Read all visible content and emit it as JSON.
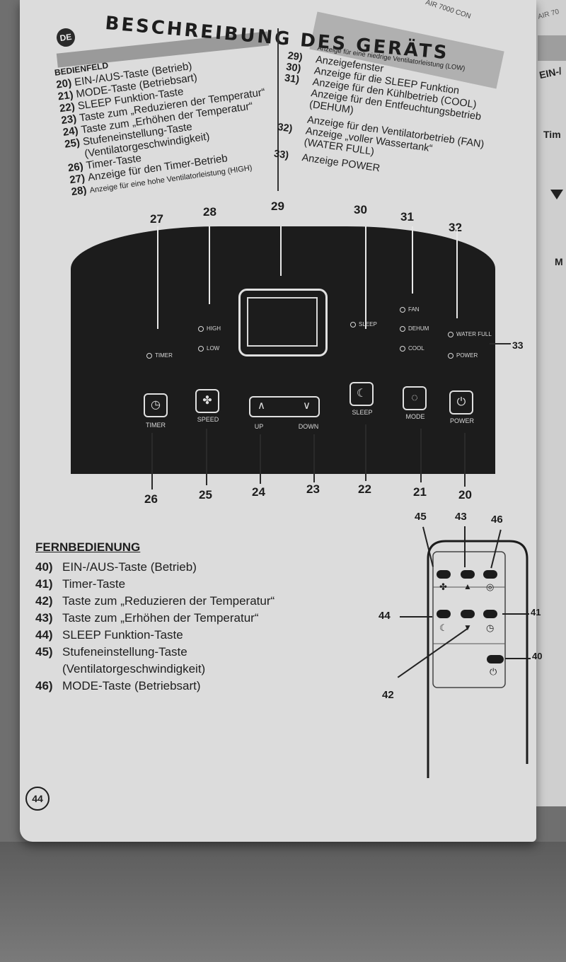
{
  "header": {
    "lang_badge": "DE",
    "title": "BESCHREIBUNG DES GERÄTS",
    "model": "AIR 7000 CON",
    "side_model": "AIR 70"
  },
  "bedienfeld": {
    "heading": "BEDIENFELD",
    "items": [
      {
        "num": "20)",
        "text": "EIN-/AUS-Taste (Betrieb)"
      },
      {
        "num": "21)",
        "text": "MODE-Taste (Betriebsart)"
      },
      {
        "num": "22)",
        "text": "SLEEP Funktion-Taste"
      },
      {
        "num": "23)",
        "text": "Taste zum „Reduzieren der Temperatur“"
      },
      {
        "num": "24)",
        "text": "Taste zum „Erhöhen der Temperatur“"
      },
      {
        "num": "25)",
        "text": "Stufeneinstellung-Taste"
      },
      {
        "num": "",
        "text": "(Ventilatorgeschwindigkeit)"
      },
      {
        "num": "26)",
        "text": "Timer-Taste"
      },
      {
        "num": "27)",
        "text": "Anzeige für den Timer-Betrieb"
      },
      {
        "num": "28)",
        "text": "Anzeige für eine hohe Ventilatorleistung (HIGH)"
      }
    ]
  },
  "right_list": {
    "intro": "Anzeige für eine niedrige Ventilatorleistung (LOW)",
    "items": [
      {
        "num": "29)",
        "text": "Anzeigefenster"
      },
      {
        "num": "30)",
        "text": "Anzeige für die SLEEP Funktion"
      },
      {
        "num": "31)",
        "text": "Anzeige für den Kühlbetrieb (COOL)"
      },
      {
        "num": "",
        "text": "Anzeige für den Entfeuchtungsbetrieb"
      },
      {
        "num": "",
        "text": "(DEHUM)"
      },
      {
        "num": "",
        "text": "Anzeige für den Ventilatorbetrieb (FAN)"
      },
      {
        "num": "32)",
        "text": "Anzeige „voller Wassertank“"
      },
      {
        "num": "",
        "text": "(WATER FULL)"
      },
      {
        "num": "33)",
        "text": "Anzeige POWER"
      }
    ]
  },
  "panel": {
    "top_numbers": [
      "27",
      "28",
      "29",
      "30",
      "31",
      "32"
    ],
    "side_number": "33",
    "bottom_numbers": [
      "26",
      "25",
      "24",
      "23",
      "22",
      "21",
      "20"
    ],
    "indicators": {
      "timer": "TIMER",
      "high": "HIGH",
      "low": "LOW",
      "sleep": "SLEEP",
      "fan": "FAN",
      "dehum": "DEHUM",
      "cool": "COOL",
      "water_full": "WATER FULL",
      "power": "POWER"
    },
    "buttons": {
      "timer": "TIMER",
      "speed": "SPEED",
      "up": "UP",
      "down": "DOWN",
      "sleep": "SLEEP",
      "mode": "MODE",
      "power": "POWER"
    }
  },
  "fernbedienung": {
    "heading": "FERNBEDIENUNG",
    "items": [
      {
        "num": "40)",
        "text": "EIN-/AUS-Taste (Betrieb)"
      },
      {
        "num": "41)",
        "text": "Timer-Taste"
      },
      {
        "num": "42)",
        "text": "Taste zum „Reduzieren der Temperatur“"
      },
      {
        "num": "43)",
        "text": "Taste zum „Erhöhen der Temperatur“"
      },
      {
        "num": "44)",
        "text": "SLEEP Funktion-Taste"
      },
      {
        "num": "45)",
        "text": "Stufeneinstellung-Taste"
      },
      {
        "num": "",
        "text": "(Ventilatorgeschwindigkeit)"
      },
      {
        "num": "46)",
        "text": "MODE-Taste (Betriebsart)"
      }
    ]
  },
  "remote_numbers": {
    "n45": "45",
    "n43": "43",
    "n46": "46",
    "n44": "44",
    "n41": "41",
    "n40": "40",
    "n42": "42"
  },
  "right_page": {
    "ein": "EIN-/",
    "tim": "Tim",
    "m": "M"
  },
  "page_number": "44"
}
